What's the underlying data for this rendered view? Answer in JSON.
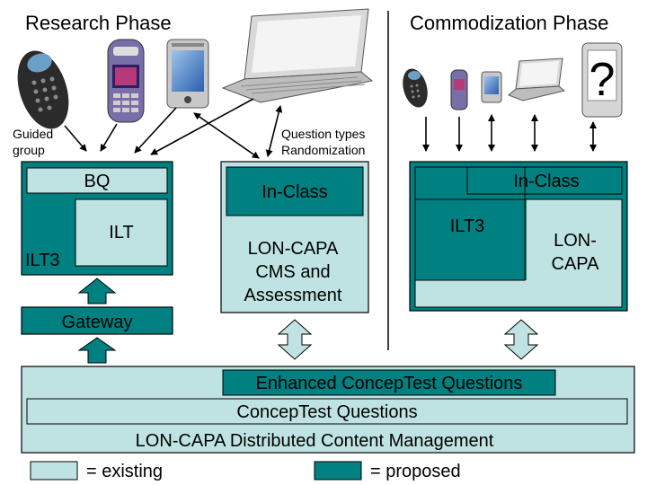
{
  "colors": {
    "existing": "#bfe3e3",
    "proposed": "#008080",
    "outline": "#000000"
  },
  "headings": {
    "research": "Research Phase",
    "commodization": "Commodization Phase"
  },
  "annotations": {
    "guided_line1": "Guided",
    "guided_line2": "group",
    "qtypes_line1": "Question types",
    "qtypes_line2": "Randomization"
  },
  "research": {
    "bq": "BQ",
    "ilt": "ILT",
    "ilt3": "ILT3",
    "gateway": "Gateway",
    "lc_line1": "In-Class",
    "lc_line2": "LON-CAPA",
    "lc_line3": "CMS and",
    "lc_line4": "Assessment"
  },
  "commod": {
    "inclass": "In-Class",
    "ilt3": "ILT3",
    "lon_line1": "LON-",
    "lon_line2": "CAPA"
  },
  "bottom": {
    "enhanced": "Enhanced ConcepTest Questions",
    "conceptest": "ConcepTest Questions",
    "distributed": "LON-CAPA Distributed Content Management"
  },
  "legend": {
    "existing": "= existing",
    "proposed": "= proposed"
  },
  "devices": [
    "clicker-remote",
    "phone",
    "pda",
    "laptop"
  ],
  "commod_devices": [
    "clicker-remote",
    "phone",
    "pda",
    "laptop",
    "unknown-device"
  ]
}
